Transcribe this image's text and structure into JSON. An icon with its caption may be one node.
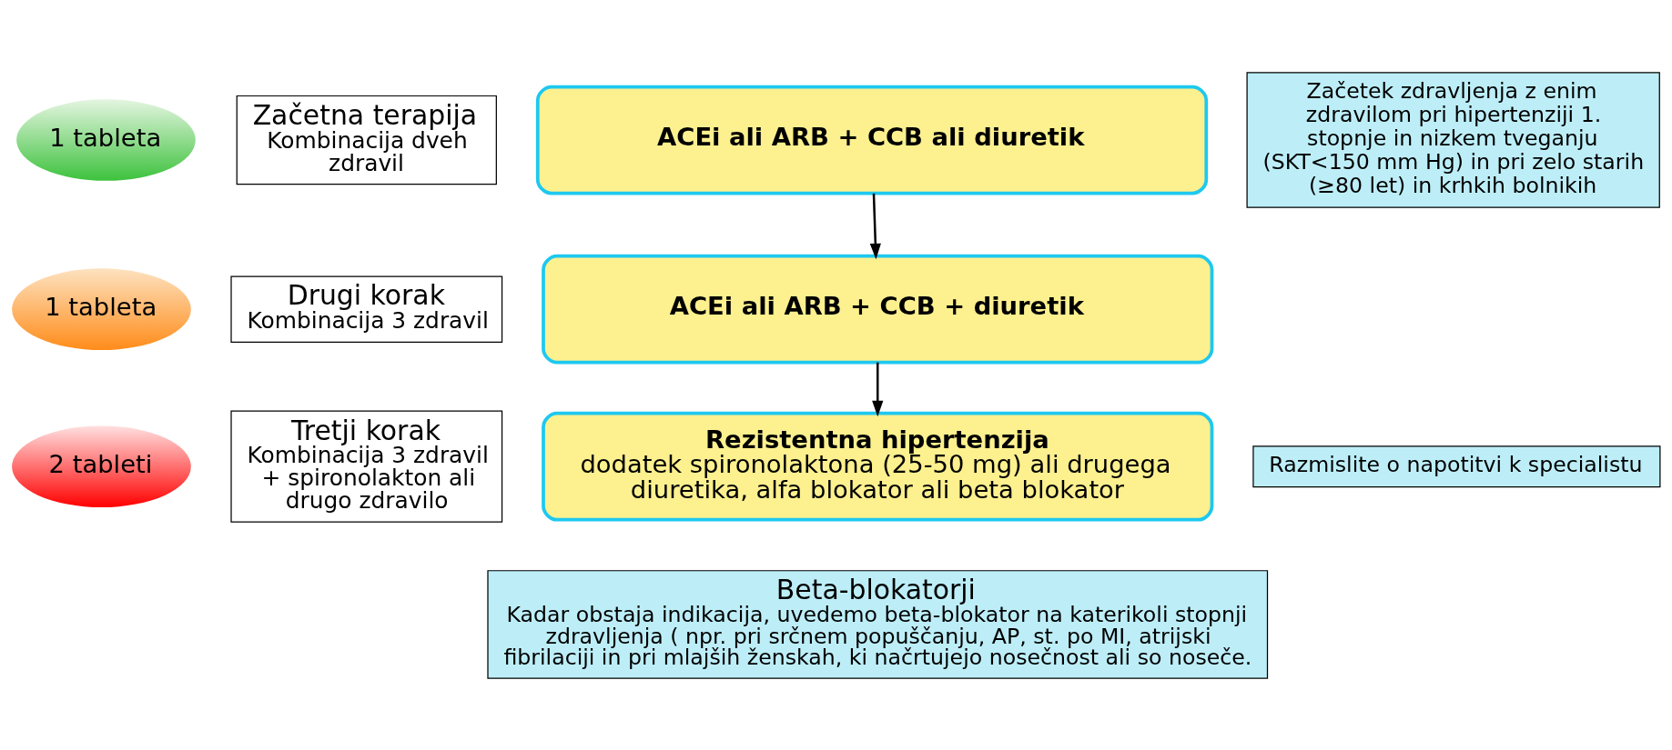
{
  "diagram": {
    "nodes": [
      {
        "text": [
          "1 tableta"
        ]
      },
      {
        "text": [
          "Začetna terapija",
          "Kombinacija dveh zdravil"
        ]
      },
      {
        "text": [
          "ACEi ali ARB + CCB ali diuretik"
        ]
      },
      {
        "text": [
          "Začetek zdravljenja z enim zdravilom pri hipertenziji 1. stopnje in nizkem tveganju (SKT<150 mm Hg) in pri zelo starih (≥80 let) in krhkih bolnikih"
        ]
      },
      {
        "text": [
          "1 tableta"
        ]
      },
      {
        "text": [
          "Drugi korak",
          "Kombinacija 3 zdravil"
        ]
      },
      {
        "text": [
          "ACEi ali ARB + CCB + diuretik"
        ]
      },
      {
        "text": [
          "2 tableti"
        ]
      },
      {
        "text": [
          "Tretji korak",
          "Kombinacija 3 zdravil + spironolakton ali drugo zdravilo"
        ]
      },
      {
        "text": [
          "Rezistentna hipertenzija",
          "dodatek spironolaktona (25-50 mg) ali drugega diuretika, alfa blokator ali beta blokator"
        ]
      },
      {
        "text": [
          "Razmislite o napotitvi k specialistu"
        ]
      },
      {
        "text": [
          "Beta-blokatorji",
          "Kadar obstaja indikacija, uvedemo beta-blokator na katerikoli stopnji zdravljenja ( npr. pri srčnem popuščanju, AP, st. po MI, atrijski fibrilaciji in pri mlajših ženskah, ki načrtujejo nosečnost ali so noseče."
        ]
      }
    ],
    "edges": [
      {
        "from": 2,
        "to": 6,
        "arrow": "to"
      },
      {
        "from": 6,
        "to": 9,
        "arrow": "to"
      }
    ]
  }
}
